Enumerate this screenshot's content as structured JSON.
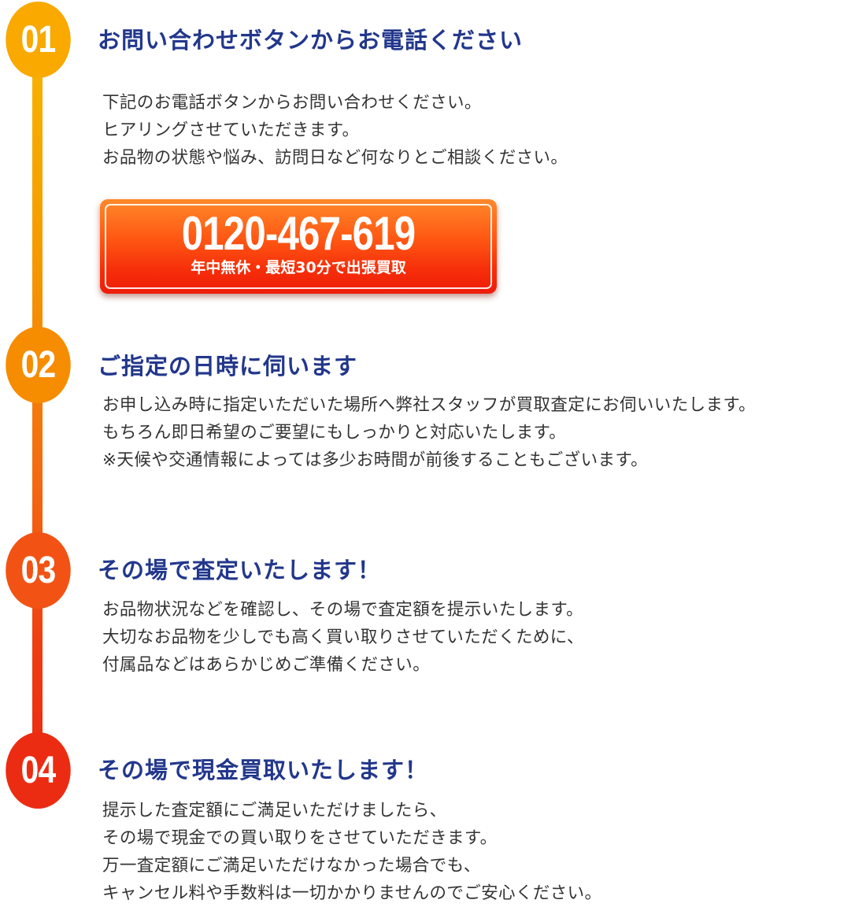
{
  "steps": [
    {
      "number": "01",
      "color": "#f9a900",
      "title": "お問い合わせボタンからお電話ください",
      "lines": [
        "下記のお電話ボタンからお問い合わせください。",
        "ヒアリングさせていただきます。",
        "お品物の状態や悩み、訪問日など何なりとご相談ください。"
      ]
    },
    {
      "number": "02",
      "color": "#f68c00",
      "title": "ご指定の日時に伺います",
      "lines": [
        "お申し込み時に指定いただいた場所へ弊社スタッフが買取査定にお伺いいたします。",
        "もちろん即日希望のご要望にもしっかりと対応いたします。",
        "※天候や交通情報によっては多少お時間が前後することもございます。"
      ]
    },
    {
      "number": "03",
      "color": "#f25314",
      "title": "その場で査定いたします！",
      "lines": [
        "お品物状況などを確認し、その場で査定額を提示いたします。",
        "大切なお品物を少しでも高く買い取りさせていただくために、",
        "付属品などはあらかじめご準備ください。"
      ]
    },
    {
      "number": "04",
      "color": "#ec2c12",
      "title": "その場で現金買取いたします！",
      "lines": [
        "提示した査定額にご満足いただけましたら、",
        "その場で現金での買い取りをさせていただきます。",
        "万一査定額にご満足いただけなかった場合でも、",
        "キャンセル料や手数料は一切かかりませんのでご安心ください。"
      ]
    }
  ],
  "phone_button": {
    "number": "0120-467-619",
    "subtext": "年中無休・最短30分で出張買取"
  }
}
